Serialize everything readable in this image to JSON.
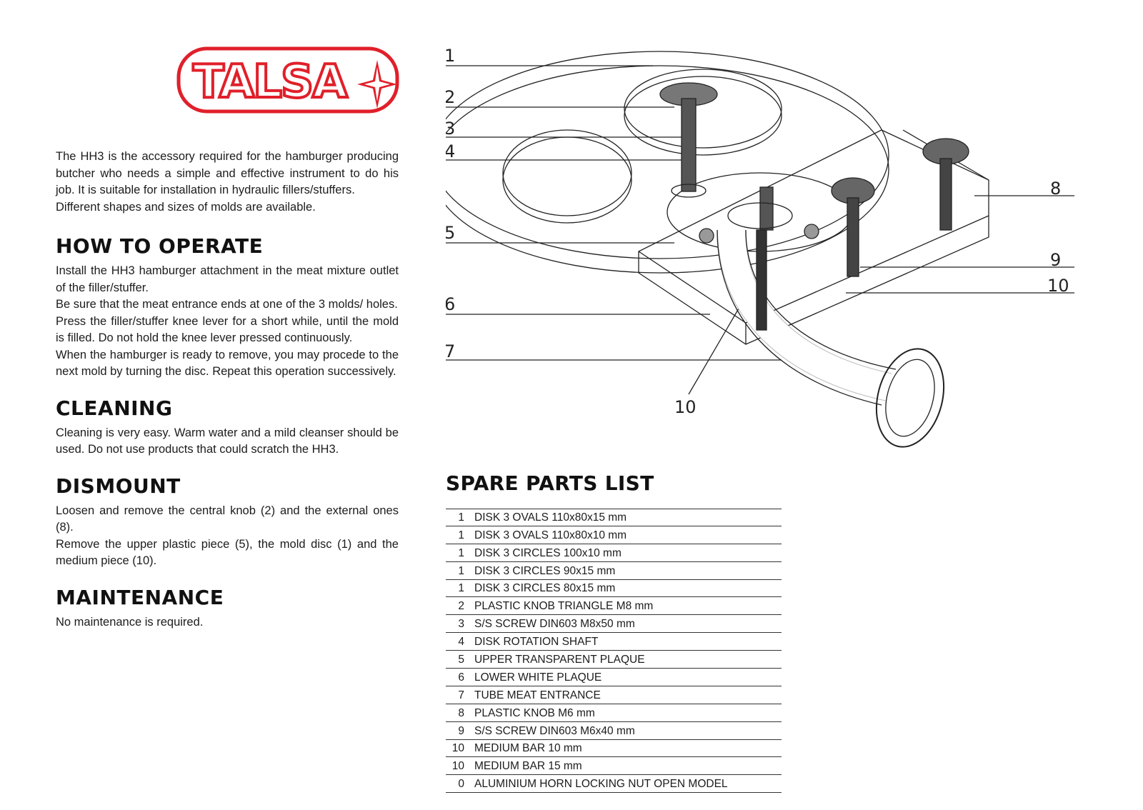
{
  "brand": {
    "logo_text": "TALSA",
    "logo_color": "#e0202a"
  },
  "intro": "The HH3 is the accessory required for the hamburger producing butcher who needs a simple and effective instrument to do his job. It is suitable for installation in hydraulic fillers/stuffers.",
  "intro2": "Different shapes and sizes of molds are available.",
  "how_to_operate": {
    "title": "HOW TO OPERATE",
    "paragraphs": [
      "Install the HH3 hamburger attachment in the meat mixture outlet of the filler/stuffer.",
      "Be sure that the meat entrance ends at one of the 3 molds/ holes.",
      "Press the filler/stuffer knee lever for a short while, until the mold is filled. Do not hold the knee lever pressed continuously.",
      "When the hamburger is ready to remove, you may procede to the next mold by turning the disc. Repeat this operation successively."
    ]
  },
  "cleaning": {
    "title": "CLEANING",
    "text": "Cleaning is very easy. Warm water and a mild cleanser should be used. Do not use products that could scratch the HH3."
  },
  "dismount": {
    "title": "DISMOUNT",
    "paragraphs": [
      "Loosen and remove the central knob (2) and the external ones (8).",
      "Remove the upper plastic piece (5), the mold disc (1) and the medium piece (10)."
    ]
  },
  "maintenance": {
    "title": "MAINTENANCE",
    "text": "No maintenance is required."
  },
  "diagram": {
    "callouts": [
      "1",
      "2",
      "3",
      "4",
      "5",
      "6",
      "7",
      "8",
      "9",
      "10",
      "10"
    ]
  },
  "spare_parts": {
    "title": "SPARE PARTS LIST",
    "rows": [
      {
        "qty": "1",
        "desc": "DISK 3 OVALS 110x80x15 mm"
      },
      {
        "qty": "1",
        "desc": "DISK 3 OVALS 110x80x10 mm"
      },
      {
        "qty": "1",
        "desc": "DISK 3 CIRCLES 100x10 mm"
      },
      {
        "qty": "1",
        "desc": "DISK 3 CIRCLES 90x15 mm"
      },
      {
        "qty": "1",
        "desc": "DISK 3 CIRCLES 80x15 mm"
      },
      {
        "qty": "2",
        "desc": "PLASTIC KNOB TRIANGLE M8 mm"
      },
      {
        "qty": "3",
        "desc": "S/S SCREW DIN603 M8x50 mm"
      },
      {
        "qty": "4",
        "desc": "DISK ROTATION SHAFT"
      },
      {
        "qty": "5",
        "desc": "UPPER TRANSPARENT PLAQUE"
      },
      {
        "qty": "6",
        "desc": "LOWER WHITE PLAQUE"
      },
      {
        "qty": "7",
        "desc": "TUBE MEAT ENTRANCE"
      },
      {
        "qty": "8",
        "desc": "PLASTIC KNOB M6 mm"
      },
      {
        "qty": "9",
        "desc": "S/S SCREW DIN603 M6x40 mm"
      },
      {
        "qty": "10",
        "desc": "MEDIUM BAR 10 mm"
      },
      {
        "qty": "10",
        "desc": "MEDIUM BAR 15 mm"
      },
      {
        "qty": "0",
        "desc": "ALUMINIUM HORN LOCKING NUT OPEN MODEL"
      }
    ]
  }
}
